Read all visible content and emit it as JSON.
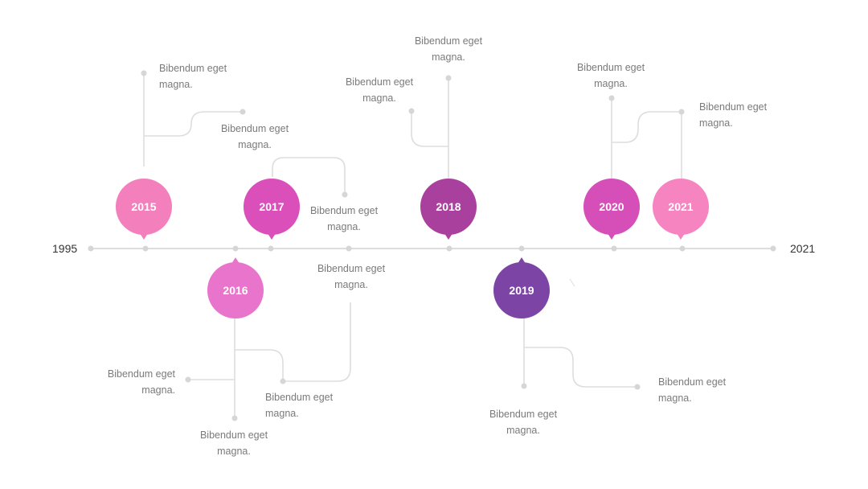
{
  "axis": {
    "start_label": "1995",
    "end_label": "2021"
  },
  "colors": {
    "line": "#dddddd",
    "dot": "#d6d6d6",
    "e2015": "#f37fbd",
    "e2016": "#e874cb",
    "e2017": "#db4fba",
    "e2018": "#a9409e",
    "e2019": "#7c45a5",
    "e2020": "#d64eb8",
    "e2021": "#f584c0"
  },
  "events": [
    {
      "year": "2015",
      "side": "top",
      "notes": [
        {
          "line1": "Bibendum eget",
          "line2": "magna."
        },
        {
          "line1": "Bibendum eget",
          "line2": "magna."
        }
      ]
    },
    {
      "year": "2016",
      "side": "bottom",
      "notes": [
        {
          "line1": "Bibendum eget",
          "line2": "magna."
        },
        {
          "line1": "Bibendum eget",
          "line2": "magna."
        },
        {
          "line1": "Bibendum eget",
          "line2": "magna."
        }
      ]
    },
    {
      "year": "2017",
      "side": "top",
      "notes": [
        {
          "line1": "Bibendum eget",
          "line2": "magna."
        },
        {
          "line1": "Bibendum eget",
          "line2": "magna."
        }
      ]
    },
    {
      "year": "2018",
      "side": "top",
      "notes": [
        {
          "line1": "Bibendum eget",
          "line2": "magna."
        },
        {
          "line1": "Bibendum eget",
          "line2": "magna."
        }
      ]
    },
    {
      "year": "2019",
      "side": "bottom",
      "notes": [
        {
          "line1": "Bibendum eget",
          "line2": "magna."
        },
        {
          "line1": "Bibendum eget",
          "line2": "magna."
        }
      ]
    },
    {
      "year": "2020",
      "side": "top",
      "notes": [
        {
          "line1": "Bibendum eget",
          "line2": "magna."
        }
      ]
    },
    {
      "year": "2021",
      "side": "top",
      "notes": [
        {
          "line1": "Bibendum eget",
          "line2": "magna."
        }
      ]
    }
  ]
}
